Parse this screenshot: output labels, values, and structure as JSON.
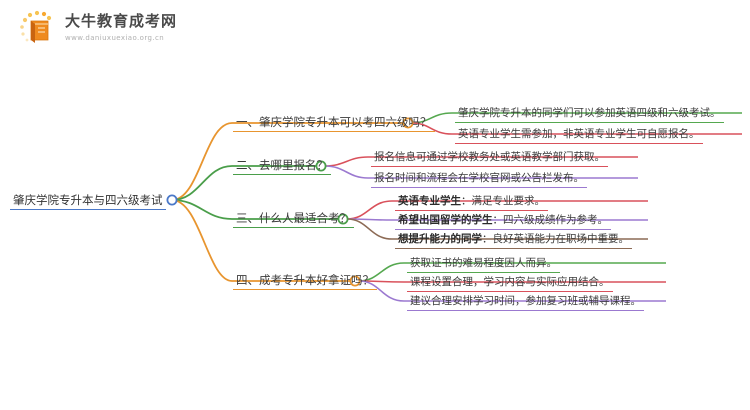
{
  "header": {
    "logo_title": "大牛教育成考网",
    "logo_url": "www.daniuxuexiao.org.cn",
    "logo_icon": "book-icon"
  },
  "colors": {
    "root": "#4a78c8",
    "orange": "#e8952f",
    "green": "#4a9e4a",
    "red": "#d9515b",
    "purple": "#9b79d0",
    "brown": "#8c6a55",
    "text": "#3a3a3a",
    "background": "#ffffff"
  },
  "mindmap": {
    "root": "肇庆学院专升本与四六级考试",
    "branches": [
      {
        "label": "一、肇庆学院专升本可以考四六级吗？",
        "color": "orange",
        "children": [
          {
            "text": "肇庆学院专升本的同学们可以参加英语四级和六级考试。",
            "color": "green"
          },
          {
            "text": "英语专业学生需参加，非英语专业学生可自愿报名。",
            "color": "red"
          }
        ]
      },
      {
        "label": "二、去哪里报名？",
        "color": "green",
        "children": [
          {
            "text": "报名信息可通过学校教务处或英语教学部门获取。",
            "color": "red"
          },
          {
            "text": "报名时间和流程会在学校官网或公告栏发布。",
            "color": "purple"
          }
        ]
      },
      {
        "label": "三、什么人最适合考？",
        "color": "green",
        "children": [
          {
            "bold": "英语专业学生",
            "text": "：满足专业要求。",
            "color": "red"
          },
          {
            "bold": "希望出国留学的学生",
            "text": "：四六级成绩作为参考。",
            "color": "purple"
          },
          {
            "bold": "想提升能力的同学",
            "text": "：良好英语能力在职场中重要。",
            "color": "brown"
          }
        ]
      },
      {
        "label": "四、成考专升本好拿证吗？",
        "color": "orange",
        "children": [
          {
            "text": "获取证书的难易程度因人而异。",
            "color": "green"
          },
          {
            "text": "课程设置合理，学习内容与实际应用结合。",
            "color": "red"
          },
          {
            "text": "建议合理安排学习时间，参加复习班或辅导课程。",
            "color": "purple"
          }
        ]
      }
    ]
  }
}
